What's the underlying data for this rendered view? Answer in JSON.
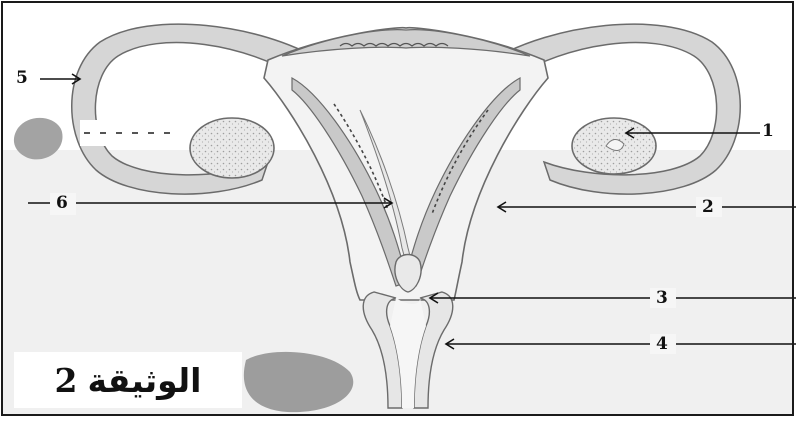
{
  "labels": {
    "l1": "1",
    "l2": "2",
    "l3": "3",
    "l4": "4",
    "l5": "5",
    "l6": "6"
  },
  "caption": {
    "word": "الوثيقة",
    "number": "2"
  },
  "colors": {
    "outline": "#6b6b6b",
    "tissue": "#d2d2d2",
    "lumen": "#f1f1f1",
    "background_wash": "#ececec",
    "blotch": "#9a9a9a"
  }
}
